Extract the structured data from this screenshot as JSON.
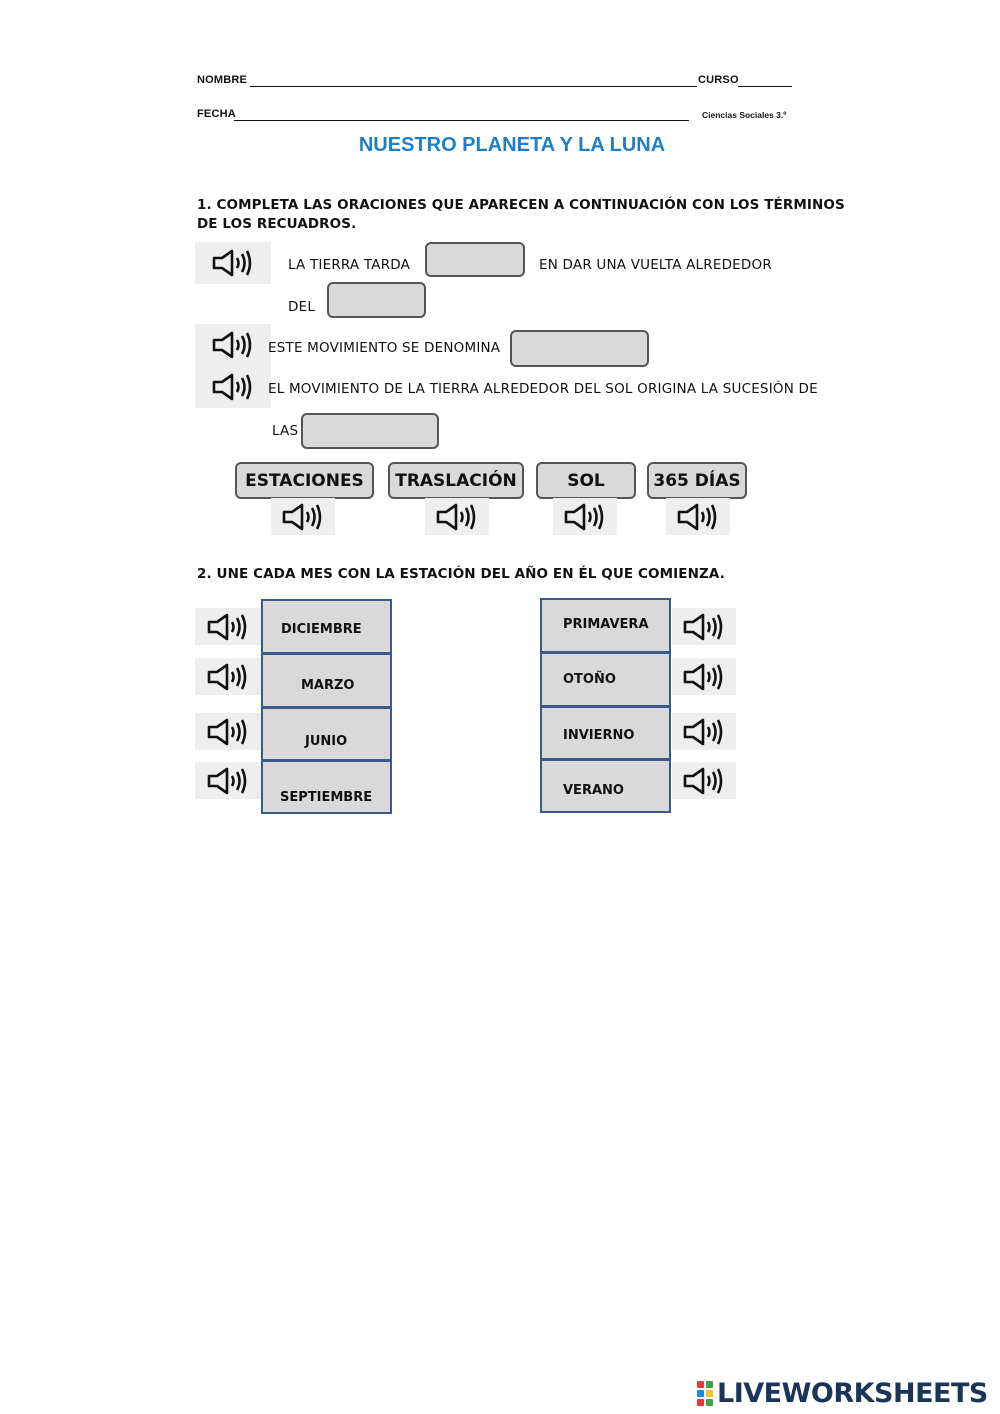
{
  "header": {
    "nombre_label": "NOMBRE",
    "curso_label": "CURSO",
    "fecha_label": "FECHA",
    "subject": "Ciencias Sociales 3.º"
  },
  "title": "NUESTRO PLANETA Y LA LUNA",
  "exercise1": {
    "instruction_line1": "1. COMPLETA LAS ORACIONES QUE APARECEN A CONTINUACIÓN CON LOS TÉRMINOS",
    "instruction_line2": "DE LOS RECUADROS.",
    "s1_part1": "LA TIERRA TARDA",
    "s1_part2": "EN DAR UNA VUELTA ALREDEDOR",
    "s1_part3": "DEL",
    "s2_text": "ESTE MOVIMIENTO SE DENOMINA",
    "s3_text": "EL MOVIMIENTO DE LA TIERRA ALREDEDOR DEL SOL ORIGINA LA SUCESIÓN DE",
    "s3_part2": "LAS",
    "options": [
      "ESTACIONES",
      "TRASLACIÓN",
      "SOL",
      "365 DÍAS"
    ]
  },
  "exercise2": {
    "instruction": "2. UNE CADA MES CON LA ESTACIÓN DEL AÑO EN ÉL QUE COMIENZA.",
    "months": [
      "DICIEMBRE",
      "MARZO",
      "JUNIO",
      "SEPTIEMBRE"
    ],
    "seasons": [
      "PRIMAVERA",
      "OTOÑO",
      "INVIERNO",
      "VERANO"
    ]
  },
  "branding": {
    "logo_text": "LIVEWORKSHEETS",
    "logo_colors": [
      "#e53935",
      "#43a047",
      "#1e88e5",
      "#fbc02d"
    ]
  },
  "icons": {
    "audio": "speaker-icon"
  }
}
